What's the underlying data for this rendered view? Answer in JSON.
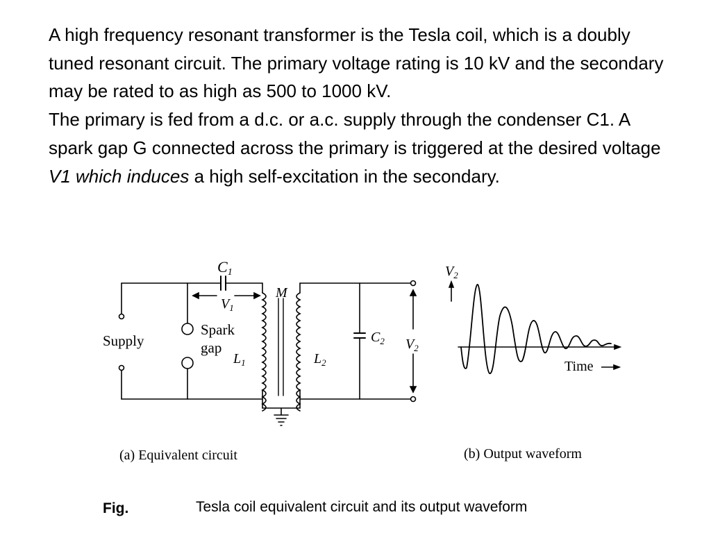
{
  "paragraph1": "A high frequency resonant transformer is the Tesla coil, which is a doubly tuned resonant circuit. The primary voltage rating is 10 kV and the secondary may be rated to as high as 500 to 1000 kV.",
  "paragraph2_a": "The primary is fed from a d.c. or a.c. supply through the condenser C1. A spark gap G connected across the primary is triggered at the desired voltage ",
  "paragraph2_italic": "V1 which induces",
  "paragraph2_b": "  a high self-excitation in the secondary.",
  "diagram": {
    "labels": {
      "c1_main": "C",
      "c1_sub": "1",
      "v1_main": "V",
      "v1_sub": "1",
      "m": "M",
      "supply": "Supply",
      "spark": "Spark",
      "gap": "gap",
      "l1_main": "L",
      "l1_sub": "1",
      "l2_main": "L",
      "l2_sub": "2",
      "c2_main": "C",
      "c2_sub": "2",
      "v2_main": "V",
      "v2_sub": "2",
      "wave_v2_main": "V",
      "wave_v2_sub": "2",
      "time": "Time"
    },
    "caption_a": "(a) Equivalent circuit",
    "caption_b": "(b) Output waveform",
    "fig_label": "Fig.",
    "fig_title": "Tesla coil equivalent circuit and its output waveform"
  }
}
